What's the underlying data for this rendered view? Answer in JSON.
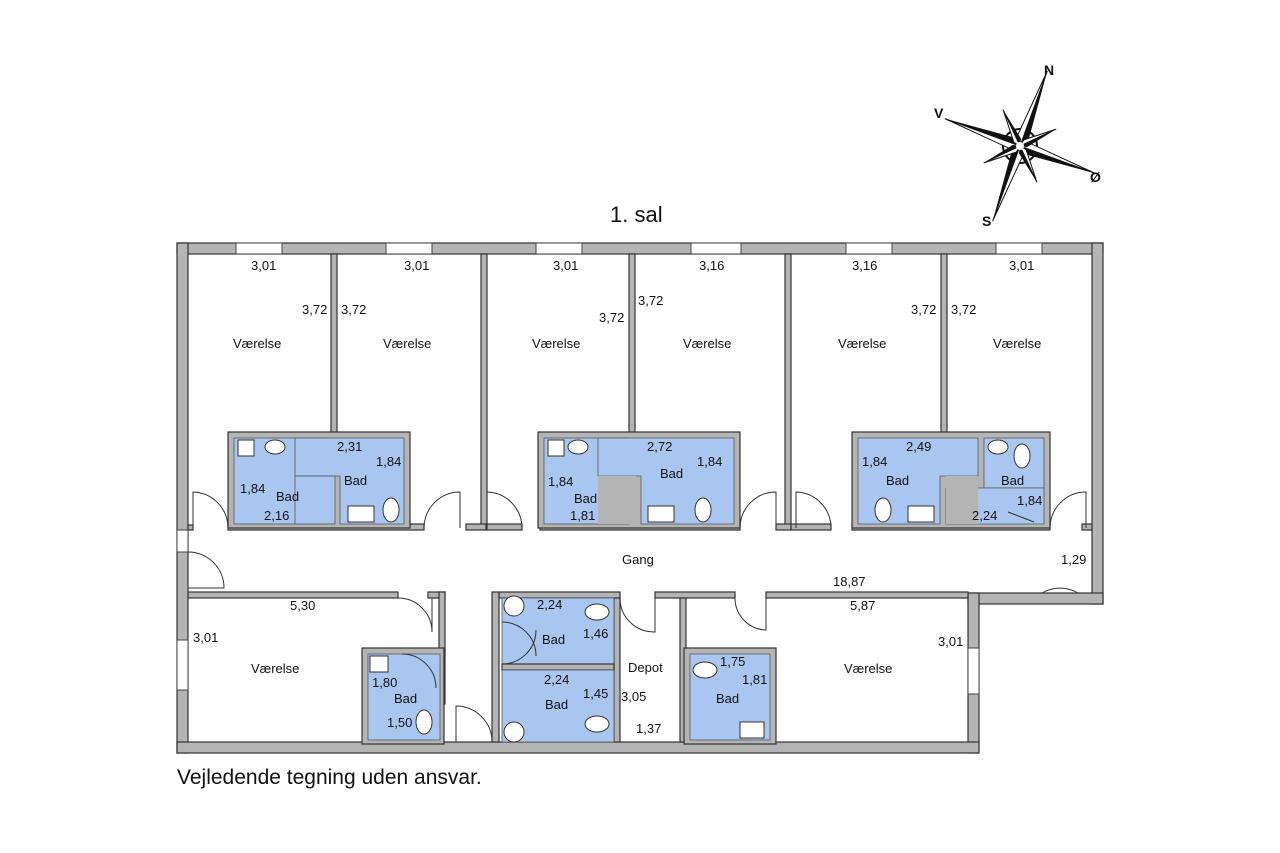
{
  "title": "1. sal",
  "footer_note": "Vejledende tegning uden ansvar.",
  "compass": {
    "n": "N",
    "s": "S",
    "e": "Ø",
    "w": "V"
  },
  "rooms": {
    "r1": {
      "name": "Værelse",
      "width": "3,01",
      "depth": "3,72"
    },
    "r2": {
      "name": "Værelse",
      "width": "3,01",
      "depth": "3,72"
    },
    "r3": {
      "name": "Værelse",
      "width": "3,01",
      "depth": "3,72"
    },
    "r4": {
      "name": "Værelse",
      "width": "3,16",
      "depth": "3,72"
    },
    "r5": {
      "name": "Værelse",
      "width": "3,16",
      "depth": "3,72"
    },
    "r6": {
      "name": "Værelse",
      "width": "3,01",
      "depth": "3,72"
    },
    "r7": {
      "name": "Værelse",
      "width": "5,30",
      "depth": "3,01"
    },
    "r8": {
      "name": "Værelse",
      "width": "5,87",
      "depth": "3,01"
    },
    "gang": {
      "name": "Gang",
      "length": "18,87",
      "width": "1,29"
    },
    "depot": {
      "name": "Depot",
      "depth": "3,05",
      "width": "1,37"
    }
  },
  "baths": {
    "b1": {
      "name": "Bad",
      "w": "2,16",
      "d": "1,84"
    },
    "b2": {
      "name": "Bad",
      "w": "2,31",
      "d": "1,84"
    },
    "b3": {
      "name": "Bad",
      "w": "1,81",
      "d": "1,84"
    },
    "b4": {
      "name": "Bad",
      "w": "2,72",
      "d": "1,84"
    },
    "b5": {
      "name": "Bad",
      "w": "2,49",
      "d": "1,84"
    },
    "b6": {
      "name": "Bad",
      "w": "2,24",
      "d": "1,84"
    },
    "b7": {
      "name": "Bad",
      "w": "1,50",
      "d": "1,80"
    },
    "b8": {
      "name": "Bad",
      "w": "2,24",
      "d": "1,46"
    },
    "b9": {
      "name": "Bad",
      "w": "2,24",
      "d": "1,45"
    },
    "b10": {
      "name": "Bad",
      "w": "1,75",
      "d": "1,81"
    }
  }
}
